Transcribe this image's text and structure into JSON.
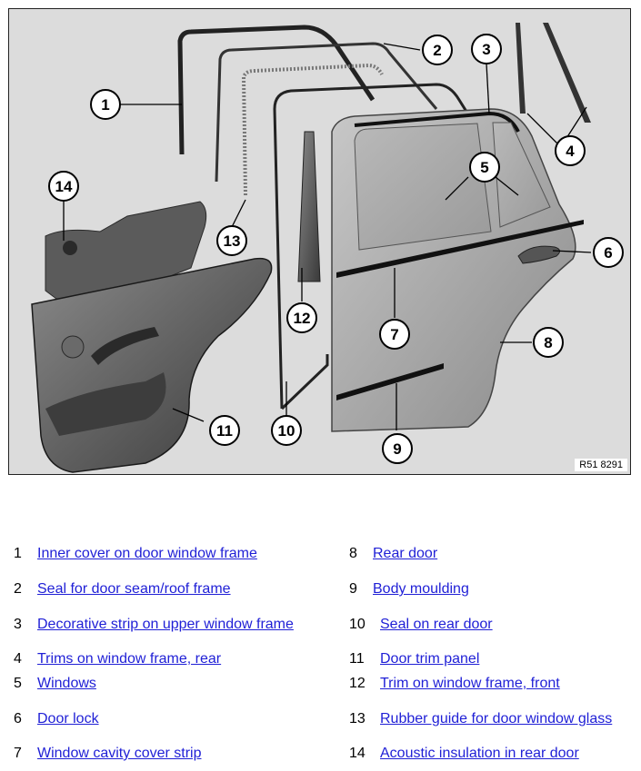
{
  "figure": {
    "reference_code": "R51 8291",
    "callouts": [
      "1",
      "2",
      "3",
      "4",
      "5",
      "6",
      "7",
      "8",
      "9",
      "10",
      "11",
      "12",
      "13",
      "14"
    ]
  },
  "legend": [
    {
      "number": "1",
      "label": "Inner cover on door window frame"
    },
    {
      "number": "2",
      "label": "Seal for door seam/roof frame"
    },
    {
      "number": "3",
      "label": "Decorative strip on upper window frame"
    },
    {
      "number": "4",
      "label": "Trims on window frame, rear"
    },
    {
      "number": "5",
      "label": "Windows"
    },
    {
      "number": "6",
      "label": "Door lock"
    },
    {
      "number": "7",
      "label": "Window cavity cover strip"
    },
    {
      "number": "8",
      "label": "Rear door"
    },
    {
      "number": "9",
      "label": "Body moulding"
    },
    {
      "number": "10",
      "label": "Seal on rear door"
    },
    {
      "number": "11",
      "label": "Door trim panel"
    },
    {
      "number": "12",
      "label": "Trim on window frame, front"
    },
    {
      "number": "13",
      "label": "Rubber guide for door window glass"
    },
    {
      "number": "14",
      "label": "Acoustic insulation in rear door"
    }
  ]
}
